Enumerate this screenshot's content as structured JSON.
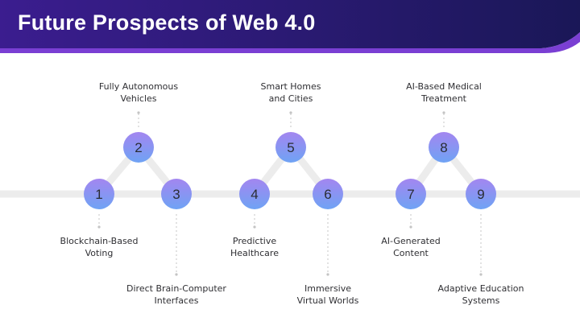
{
  "title": "Future Prospects of Web 4.0",
  "colors": {
    "header_start": "#3b1d8f",
    "header_end": "#1a1757",
    "header_accent": "#7a3fd3",
    "node_top": "#a386f0",
    "node_bottom": "#6fa3f4",
    "track": "#ececec",
    "connector": "#c4c4c4"
  },
  "nodes": [
    {
      "number": "1",
      "label_lines": [
        "Blockchain-Based",
        "Voting"
      ]
    },
    {
      "number": "2",
      "label_lines": [
        "Fully Autonomous",
        "Vehicles"
      ]
    },
    {
      "number": "3",
      "label_lines": [
        "Direct Brain-Computer",
        "Interfaces"
      ]
    },
    {
      "number": "4",
      "label_lines": [
        "Predictive",
        "Healthcare"
      ]
    },
    {
      "number": "5",
      "label_lines": [
        "Smart Homes",
        "and Cities"
      ]
    },
    {
      "number": "6",
      "label_lines": [
        "Immersive",
        "Virtual Worlds"
      ]
    },
    {
      "number": "7",
      "label_lines": [
        "AI-Generated",
        "Content"
      ]
    },
    {
      "number": "8",
      "label_lines": [
        "AI-Based Medical",
        "Treatment"
      ]
    },
    {
      "number": "9",
      "label_lines": [
        "Adaptive Education",
        "Systems"
      ]
    }
  ]
}
